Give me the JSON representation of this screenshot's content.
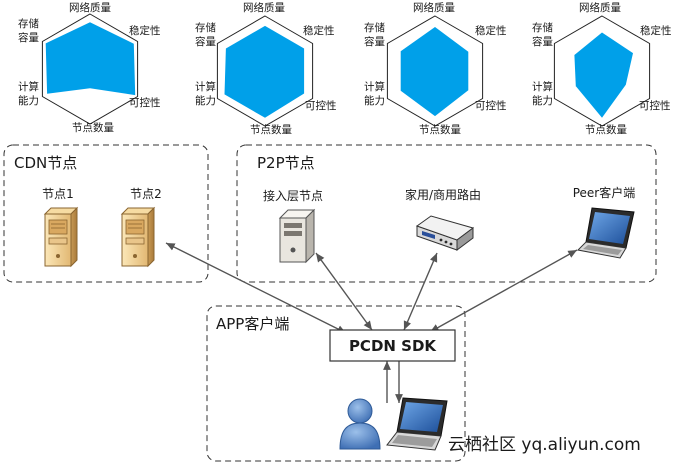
{
  "radar": {
    "axes": [
      "网络质量",
      "稳定性",
      "可控性",
      "节点数量",
      "计算能力",
      "存储容量"
    ],
    "left_labels": {
      "storage_line1": "存储",
      "storage_line2": "容量",
      "compute_line1": "计算",
      "compute_line2": "能力"
    },
    "fill_color": "#00a0e9",
    "charts": [
      {
        "values": [
          0.85,
          0.92,
          0.95,
          0.35,
          0.9,
          0.93
        ]
      },
      {
        "values": [
          0.82,
          0.82,
          0.82,
          0.85,
          0.85,
          0.82
        ]
      },
      {
        "values": [
          0.8,
          0.7,
          0.7,
          0.82,
          0.72,
          0.72
        ]
      },
      {
        "values": [
          0.7,
          0.65,
          0.5,
          0.85,
          0.55,
          0.58
        ]
      }
    ]
  },
  "cdn_group": {
    "title": "CDN节点",
    "nodes": [
      "节点1",
      "节点2"
    ]
  },
  "p2p_group": {
    "title": "P2P节点",
    "nodes": [
      "接入层节点",
      "家用/商用路由",
      "Peer客户端"
    ]
  },
  "app_group": {
    "title": "APP客户端",
    "sdk_label": "PCDN SDK"
  },
  "watermark": "云栖社区 yq.aliyun.com"
}
